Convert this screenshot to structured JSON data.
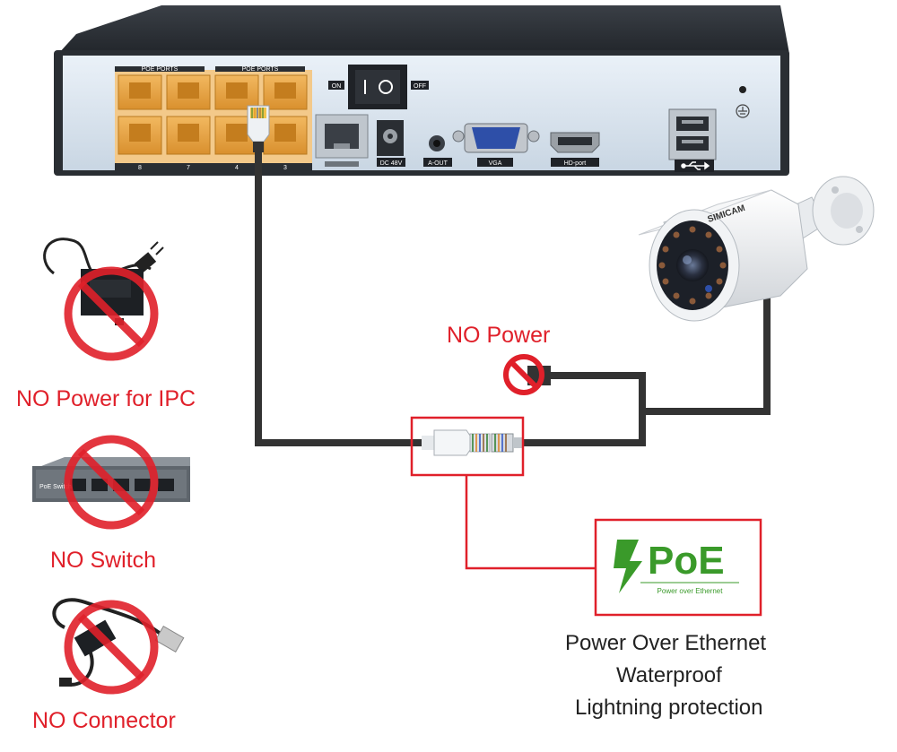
{
  "nvr": {
    "port_header_left": "POE PORTS",
    "port_header_right": "POE PORTS",
    "port_numbers": [
      "8",
      "7",
      "4",
      "3"
    ],
    "switch_on": "ON",
    "switch_off": "OFF",
    "power_label": "DC 48V",
    "audio_label": "A-OUT",
    "vga_label": "VGA",
    "hdmi_label": "HD-port"
  },
  "camera": {
    "brand": "SIMICAM"
  },
  "labels": {
    "no_power": "NO Power",
    "no_power_ipc": "NO Power for IPC",
    "no_switch": "NO Switch",
    "no_connector": "NO Connector"
  },
  "switch_device": {
    "brand": "PoE Switch"
  },
  "poe": {
    "logo": "PoE",
    "tagline": "Power over Ethernet"
  },
  "features": [
    "Power Over Ethernet",
    "Waterproof",
    "Lightning protection"
  ],
  "colors": {
    "accent_red": "#e0202a",
    "cable": "#333333",
    "poe_green": "#3a9a2a",
    "port_orange": "#e8a040"
  }
}
